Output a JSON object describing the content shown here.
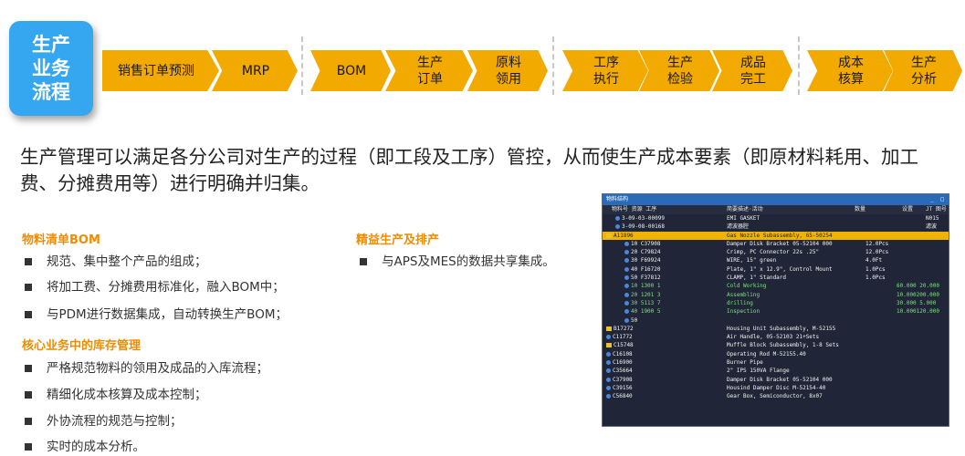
{
  "badge": {
    "lines": [
      "生产",
      "业务",
      "流程"
    ]
  },
  "process_steps": [
    {
      "label": "销售订单预测"
    },
    {
      "label": "MRP"
    },
    {
      "label": "BOM"
    },
    {
      "label": "生产\n订单"
    },
    {
      "label": "原料\n领用"
    },
    {
      "label": "工序\n执行"
    },
    {
      "label": "生产\n检验"
    },
    {
      "label": "成品\n完工"
    },
    {
      "label": "成本\n核算"
    },
    {
      "label": "生产\n分析"
    }
  ],
  "intro": "生产管理可以满足各分公司对生产的过程（即工段及工序）管控，从而使生产成本要素（即原材料耗用、加工费、分摊费用等）进行明确并归集。",
  "sections": {
    "bom": {
      "title": "物料清单BOM",
      "items": [
        "规范、集中整个产品的组成；",
        "将加工费、分摊费用标准化，融入BOM中；",
        "与PDM进行数据集成，自动转换生产BOM；"
      ]
    },
    "inventory": {
      "title": "核心业务中的库存管理",
      "items": [
        "严格规范物料的领用及成品的入库流程；",
        "精细化成本核算及成本控制；",
        "外协流程的规范与控制；",
        "实时的成本分析。"
      ]
    },
    "lean": {
      "title": "精益生产及排产",
      "items": [
        "与APS及MES的数据共享集成。"
      ]
    }
  },
  "screenshot": {
    "title": "物料结构",
    "controls": "_ □",
    "columns": {
      "c1": "物料号 资源 工序",
      "c2": "简要描述·活动",
      "c3": "数量",
      "c4": "设置",
      "c5": "JT 图号"
    },
    "rows": [
      {
        "code": "3-09-03-00099",
        "desc": "EMI GASKET",
        "qty": "",
        "right": "N015",
        "icon": "node",
        "indent": 1,
        "style": ""
      },
      {
        "code": "3-09-08-00168",
        "desc": "滤波器腔",
        "qty": "",
        "right": "滤波",
        "icon": "node",
        "indent": 1,
        "style": ""
      },
      {
        "code": "A11896",
        "desc": "Gas Nozzle Subassembly, 65-50254",
        "qty": "",
        "right": "",
        "icon": "fold",
        "indent": 0,
        "style": "hl"
      },
      {
        "code": "10  C37908",
        "desc": "Damper Disk Bracket 05-52104 000",
        "qty": "12.0Pcs",
        "right": "",
        "icon": "node",
        "indent": 2,
        "style": ""
      },
      {
        "code": "20  C79824",
        "desc": "Crimp, PC Connector 22s .25\"",
        "qty": "12.0Pcs",
        "right": "",
        "icon": "node",
        "indent": 2,
        "style": ""
      },
      {
        "code": "30  F69924",
        "desc": "WIRE, 15\" green",
        "qty": "4.0Ft",
        "right": "",
        "icon": "node",
        "indent": 2,
        "style": ""
      },
      {
        "code": "40  F16720",
        "desc": "Plate, 1\" x 12.9\", Control Mount",
        "qty": "1.0Pcs",
        "right": "",
        "icon": "node",
        "indent": 2,
        "style": ""
      },
      {
        "code": "50  F37812",
        "desc": "CLAMP, 1\" Standard",
        "qty": "1.0Pcs",
        "right": "",
        "icon": "node",
        "indent": 2,
        "style": ""
      },
      {
        "code": "10  1300    1",
        "desc": "Cold Working",
        "qty": "",
        "right": "60.000 20.000",
        "icon": "node",
        "indent": 2,
        "style": "green"
      },
      {
        "code": "20  1201    3",
        "desc": "Assembling",
        "qty": "",
        "right": "10.000200.000",
        "icon": "node",
        "indent": 2,
        "style": "green"
      },
      {
        "code": "30  5113    7",
        "desc": "drilling",
        "qty": "",
        "right": "30.000  5.000",
        "icon": "node",
        "indent": 2,
        "style": "green"
      },
      {
        "code": "40  1900    5",
        "desc": "Inspection",
        "qty": "",
        "right": "10.000120.000",
        "icon": "node",
        "indent": 2,
        "style": "green"
      },
      {
        "code": "50",
        "desc": "",
        "qty": "",
        "right": "",
        "icon": "node",
        "indent": 2,
        "style": ""
      },
      {
        "code": "B17272",
        "desc": "Housing Unit Subassembly, M-52155",
        "qty": "",
        "right": "",
        "icon": "fold",
        "indent": 0,
        "style": ""
      },
      {
        "code": "C11772",
        "desc": "Air Handle, 05-52103 21+Sets",
        "qty": "",
        "right": "",
        "icon": "node",
        "indent": 0,
        "style": ""
      },
      {
        "code": "C15748",
        "desc": "Muffle Block Subassembly, 1-8 Sets",
        "qty": "",
        "right": "",
        "icon": "fold",
        "indent": 0,
        "style": ""
      },
      {
        "code": "C16108",
        "desc": "Operating Rod M-52155.40",
        "qty": "",
        "right": "",
        "icon": "node",
        "indent": 0,
        "style": ""
      },
      {
        "code": "C16900",
        "desc": "Burner Pipe",
        "qty": "",
        "right": "",
        "icon": "node",
        "indent": 0,
        "style": ""
      },
      {
        "code": "C35664",
        "desc": "2\" IPS 150VA Flange",
        "qty": "",
        "right": "",
        "icon": "node",
        "indent": 0,
        "style": ""
      },
      {
        "code": "C37908",
        "desc": "Damper Disk Bracket 05-52104 000",
        "qty": "",
        "right": "",
        "icon": "node",
        "indent": 0,
        "style": ""
      },
      {
        "code": "C39156",
        "desc": "Housind Damper Disc M-52154-40",
        "qty": "",
        "right": "",
        "icon": "node",
        "indent": 0,
        "style": ""
      },
      {
        "code": "C56840",
        "desc": "Gear Box, Semiconductor, 8x07",
        "qty": "",
        "right": "",
        "icon": "node",
        "indent": 0,
        "style": ""
      }
    ]
  }
}
